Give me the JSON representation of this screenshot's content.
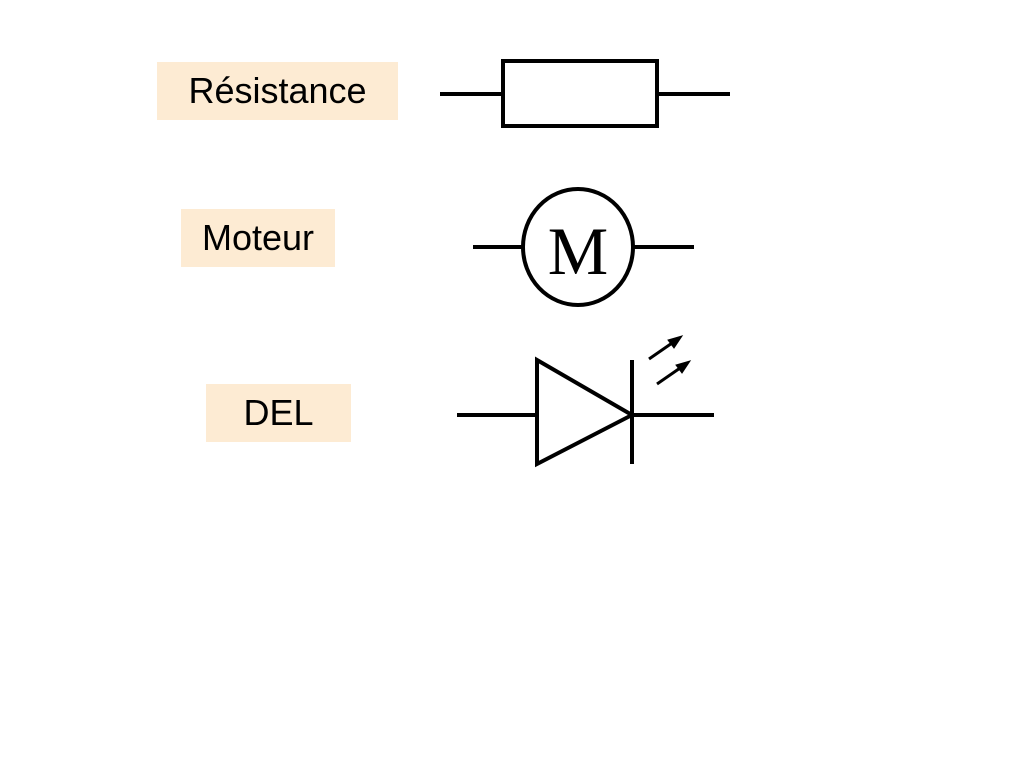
{
  "colors": {
    "label_background": "#fdebd3",
    "stroke": "#000000",
    "page_background": "#ffffff"
  },
  "components": {
    "resistance": {
      "label": "Résistance",
      "icon": "resistor-icon"
    },
    "motor": {
      "label": "Moteur",
      "symbol_letter": "M",
      "icon": "motor-icon"
    },
    "led": {
      "label": "DEL",
      "icon": "led-icon"
    }
  }
}
